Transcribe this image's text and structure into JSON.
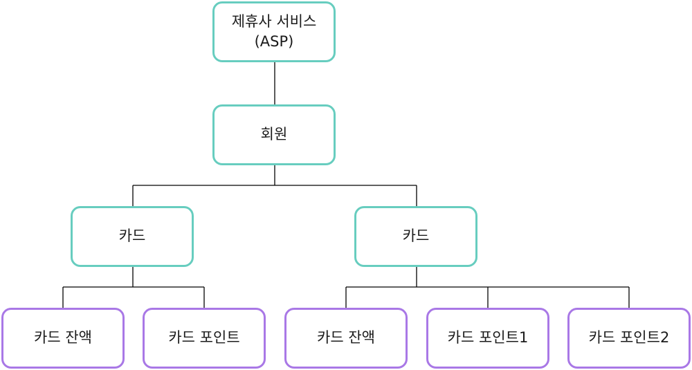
{
  "diagram": {
    "root": {
      "label": "제휴사 서비스\n(ASP)",
      "border_color": "#67cdbf"
    },
    "member": {
      "label": "회원",
      "border_color": "#67cdbf"
    },
    "card_left": {
      "label": "카드",
      "border_color": "#67cdbf"
    },
    "card_right": {
      "label": "카드",
      "border_color": "#67cdbf"
    },
    "leaf_left_balance": {
      "label": "카드 잔액",
      "border_color": "#a978e6"
    },
    "leaf_left_point": {
      "label": "카드 포인트",
      "border_color": "#a978e6"
    },
    "leaf_right_balance": {
      "label": "카드 잔액",
      "border_color": "#a978e6"
    },
    "leaf_right_point1": {
      "label": "카드 포인트1",
      "border_color": "#a978e6"
    },
    "leaf_right_point2": {
      "label": "카드 포인트2",
      "border_color": "#a978e6"
    },
    "connector_color": "#000000"
  }
}
